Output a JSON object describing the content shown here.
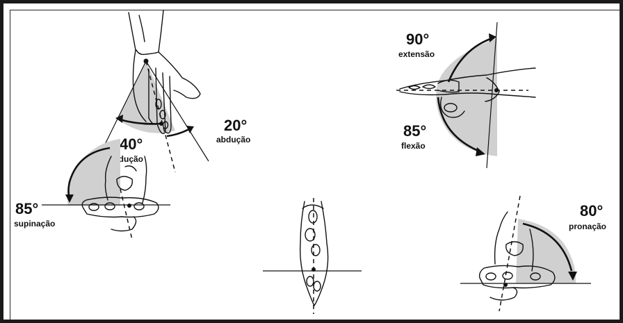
{
  "panels": {
    "wrist_deviation": {
      "adduction": {
        "degrees": "40°",
        "label": "adução"
      },
      "abduction": {
        "degrees": "20°",
        "label": "abdução"
      }
    },
    "toe_flexion": {
      "extension": {
        "degrees": "90°",
        "label": "extensão"
      },
      "flexion": {
        "degrees": "85°",
        "label": "flexão"
      }
    },
    "foot_inversion": {
      "supination": {
        "degrees": "85°",
        "label": "supinação"
      }
    },
    "foot_eversion": {
      "pronation": {
        "degrees": "80°",
        "label": "pronação"
      }
    }
  },
  "colors": {
    "shade": "#d0d0d0",
    "ink": "#111111",
    "frame": "#1a1a1a"
  }
}
